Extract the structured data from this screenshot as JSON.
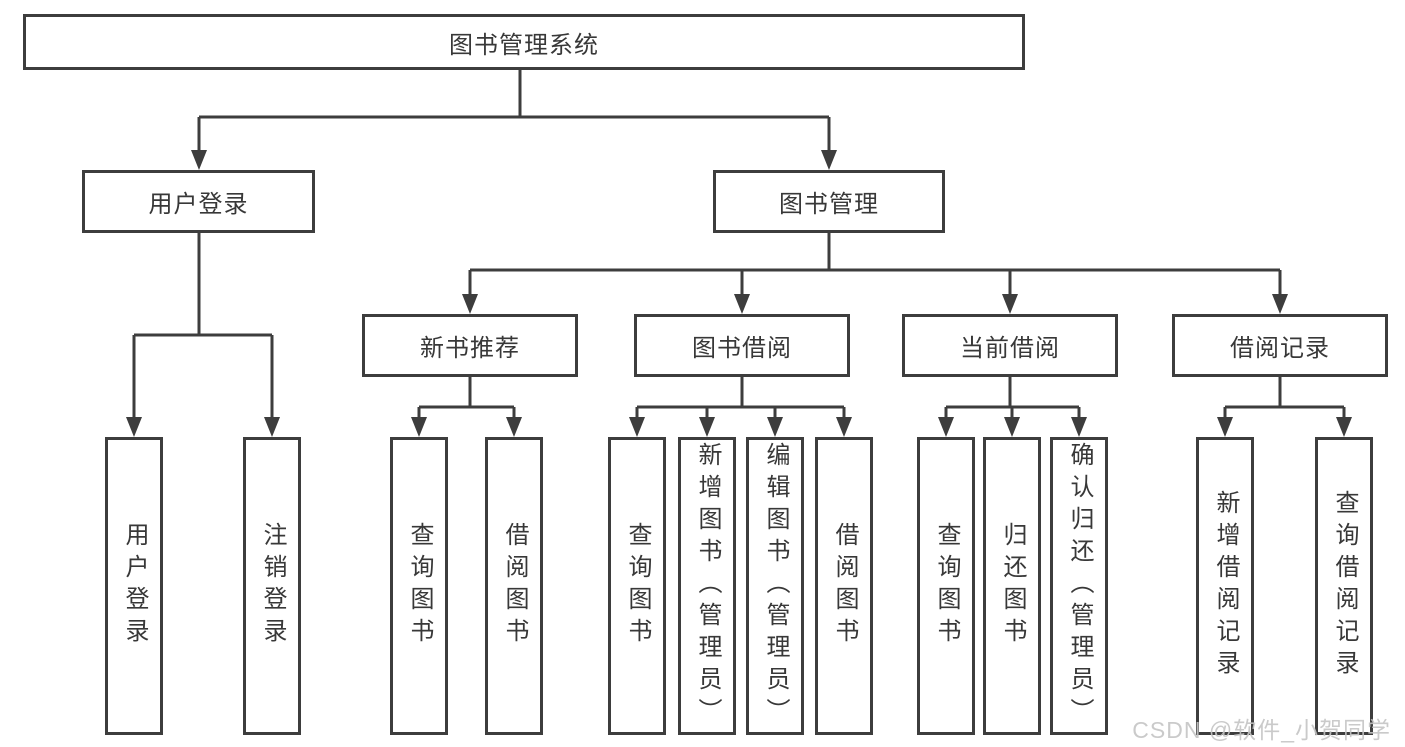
{
  "tree": {
    "root": "图书管理系统",
    "user_login_branch": {
      "label": "用户登录",
      "children": [
        "用户登录",
        "注销登录"
      ]
    },
    "book_mgmt_branch": {
      "label": "图书管理",
      "sections": [
        {
          "label": "新书推荐",
          "children": [
            "查询图书",
            "借阅图书"
          ]
        },
        {
          "label": "图书借阅",
          "children": [
            "查询图书",
            "新增图书（管理员）",
            "编辑图书（管理员）",
            "借阅图书"
          ]
        },
        {
          "label": "当前借阅",
          "children": [
            "查询图书",
            "归还图书",
            "确认归还（管理员）"
          ]
        },
        {
          "label": "借阅记录",
          "children": [
            "新增借阅记录",
            "查询借阅记录"
          ]
        }
      ]
    }
  },
  "watermark": "CSDN @软件_小贺同学",
  "colors": {
    "line": "#3d3d3d",
    "text": "#383838",
    "watermark": "#c5c5c5",
    "bg": "#ffffff",
    "box_bg": "#ffffff"
  }
}
